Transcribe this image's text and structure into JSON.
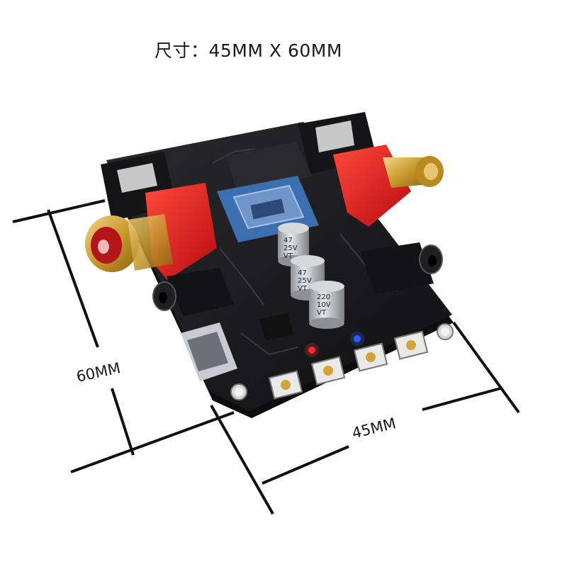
{
  "title": "尺寸：45MM X 60MM",
  "dimensions": {
    "height_label": "60MM",
    "width_label": "45MM"
  },
  "capacitors": [
    {
      "value": "47",
      "voltage": "25V",
      "series": "VT"
    },
    {
      "value": "47",
      "voltage": "25V",
      "series": "VT"
    },
    {
      "value": "220",
      "voltage": "10V",
      "series": "VT"
    }
  ],
  "colors": {
    "pcb": "#1b1b1d",
    "rca_housing": "#e0181c",
    "rca_gold": "#c99a2e",
    "module": "#3b6fb0",
    "capacitor": "#b9bcc2",
    "led_red": "#ff2a2a",
    "led_blue": "#2a5cff"
  }
}
